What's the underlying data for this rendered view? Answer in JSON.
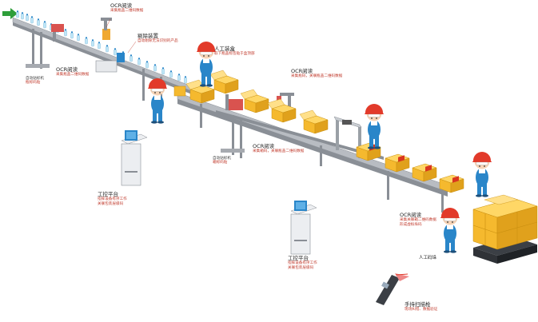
{
  "labels": {
    "ocr_1": {
      "title": "OCR阅读",
      "desc": "采集瓶盖二维码数据"
    },
    "reject": {
      "title": "剔除装置",
      "desc": "自动剔除无法识别的产品"
    },
    "ocr_2": {
      "title": "OCR阅读",
      "desc": "采集瓶盖二维码数据"
    },
    "auto_labeler_1": {
      "title": "自动贴标机",
      "desc": "瓶标码贴"
    },
    "manual_boxing": {
      "title": "人工装盒",
      "desc": "取下瓶盖标签贴于盒顶部"
    },
    "ocr_3": {
      "title": "OCR阅读",
      "desc": "采集瓶码，关联瓶盖二维码数据"
    },
    "ocr_4": {
      "title": "OCR阅读",
      "desc": "采集箱码，关联瓶盖二维码数据"
    },
    "auto_labeler_2": {
      "title": "自动贴标机",
      "desc": "箱标码贴"
    },
    "ipc_1": {
      "title": "工控平台",
      "desc1": "指挥设备有序工作",
      "desc2": "关联包装层级码"
    },
    "ipc_2": {
      "title": "工控平台",
      "desc1": "指挥设备有序工作",
      "desc2": "关联包装层级码"
    },
    "ocr_5": {
      "title": "OCR阅读",
      "desc1": "采集关联箱二维码数据",
      "desc2": "形成虚拟垛码"
    },
    "manual_stacking": {
      "title": "人工码垛"
    },
    "handheld": {
      "title": "手持扫描枪",
      "desc": "现场纠错、数据验证"
    }
  },
  "colors": {
    "conveyor": "#8a8f96",
    "box": "#f5b92e",
    "worker_helmet": "#e23a2a",
    "worker_suit": "#2a86c9",
    "label_red": "#c0392b",
    "arrow_green": "#2e9e3a"
  },
  "icons": [
    "green-arrow-icon",
    "robot-arm-icon",
    "scanner-gun-icon"
  ]
}
